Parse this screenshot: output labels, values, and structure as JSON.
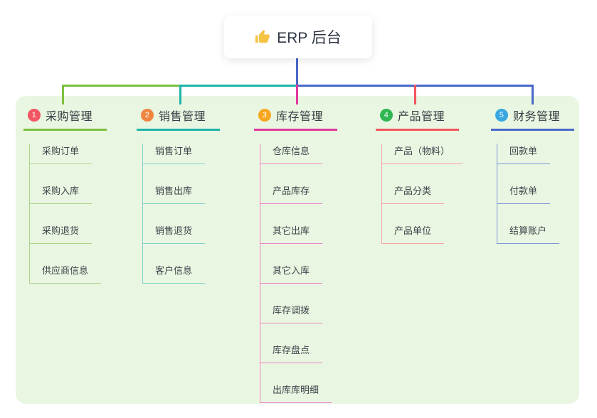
{
  "root": {
    "label": "ERP 后台",
    "icon": "thumbs-up-icon"
  },
  "canvas": {
    "background": "#ffffff",
    "panel_background": "#e9f6e1",
    "stem_color": "#4a68c9"
  },
  "branches": [
    {
      "index": "1",
      "label": "采购管理",
      "color": "#7dc03f",
      "light_color": "#aad489",
      "badge_color": "#f25663",
      "children": [
        "采购订单",
        "采购入库",
        "采购退货",
        "供应商信息"
      ]
    },
    {
      "index": "2",
      "label": "销售管理",
      "color": "#1fb3a9",
      "light_color": "#7fd2ca",
      "badge_color": "#f0853f",
      "children": [
        "销售订单",
        "销售出库",
        "销售退货",
        "客户信息"
      ]
    },
    {
      "index": "3",
      "label": "库存管理",
      "color": "#e0399e",
      "light_color": "#ef82c6",
      "badge_color": "#f6a71f",
      "children": [
        "仓库信息",
        "产品库存",
        "其它出库",
        "其它入库",
        "库存调拨",
        "库存盘点",
        "出库库明细"
      ]
    },
    {
      "index": "4",
      "label": "产品管理",
      "color": "#f2555d",
      "light_color": "#f8a2a4",
      "badge_color": "#30b752",
      "children": [
        "产品（物料）",
        "产品分类",
        "产品单位"
      ]
    },
    {
      "index": "5",
      "label": "财务管理",
      "color": "#4a68c9",
      "light_color": "#7e97d9",
      "badge_color": "#38a7e0",
      "children": [
        "回款单",
        "付款单",
        "结算账户"
      ]
    }
  ]
}
